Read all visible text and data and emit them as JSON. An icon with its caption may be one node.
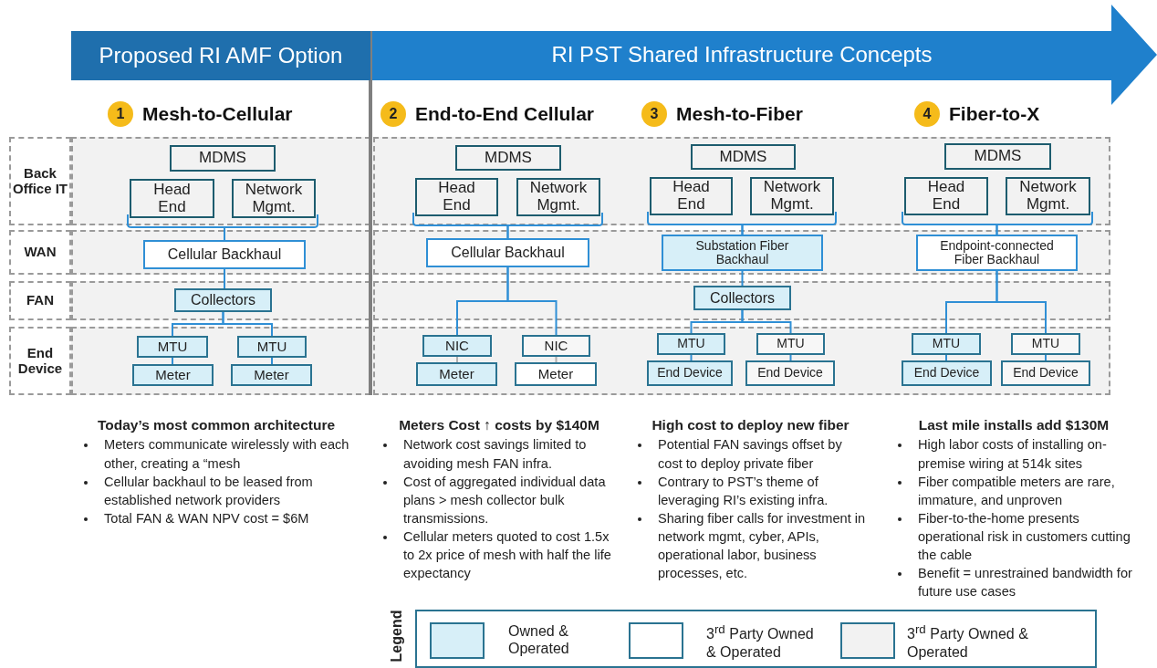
{
  "diagram": {
    "nodes": [
      {
        "text": [
          "Proposed RI AMF Option"
        ]
      },
      {
        "text": [
          "RI PST Shared Infrastructure Concepts"
        ]
      },
      {
        "text": [
          "1"
        ],
        "beside": [
          "Mesh-to-Cellular"
        ]
      },
      {
        "text": [
          "2"
        ],
        "beside": [
          "End-to-End Cellular"
        ]
      },
      {
        "text": [
          "3"
        ],
        "beside": [
          "Mesh-to-Fiber"
        ]
      },
      {
        "text": [
          "4"
        ],
        "beside": [
          "Fiber-to-X"
        ]
      },
      {
        "text": [
          "Back Office IT"
        ]
      },
      {
        "text": [
          "WAN"
        ]
      },
      {
        "text": [
          "FAN"
        ]
      },
      {
        "text": [
          "End Device"
        ]
      },
      {
        "text": [
          "MDMS"
        ]
      },
      {
        "text": [
          "Head End"
        ]
      },
      {
        "text": [
          "Network Mgmt."
        ]
      },
      {
        "text": [
          "Cellular Backhaul"
        ]
      },
      {
        "text": [
          "Collectors"
        ]
      },
      {
        "text": [
          "MTU"
        ]
      },
      {
        "text": [
          "MTU"
        ]
      },
      {
        "text": [
          "Meter"
        ]
      },
      {
        "text": [
          "Meter"
        ]
      },
      {
        "text": [
          "MDMS"
        ]
      },
      {
        "text": [
          "Head End"
        ]
      },
      {
        "text": [
          "Network Mgmt."
        ]
      },
      {
        "text": [
          "Cellular Backhaul"
        ]
      },
      {
        "text": [
          "NIC"
        ]
      },
      {
        "text": [
          "NIC"
        ]
      },
      {
        "text": [
          "Meter"
        ]
      },
      {
        "text": [
          "Meter"
        ]
      },
      {
        "text": [
          "MDMS"
        ]
      },
      {
        "text": [
          "Head End"
        ]
      },
      {
        "text": [
          "Network Mgmt."
        ]
      },
      {
        "text": [
          "Substation Fiber Backhaul"
        ]
      },
      {
        "text": [
          "Collectors"
        ]
      },
      {
        "text": [
          "MTU"
        ]
      },
      {
        "text": [
          "MTU"
        ]
      },
      {
        "text": [
          "End Device"
        ]
      },
      {
        "text": [
          "End Device"
        ]
      },
      {
        "text": [
          "MDMS"
        ]
      },
      {
        "text": [
          "Head End"
        ]
      },
      {
        "text": [
          "Network Mgmt."
        ]
      },
      {
        "text": [
          "Endpoint-connected Fiber Backhaul"
        ]
      },
      {
        "text": [
          "MTU"
        ]
      },
      {
        "text": [
          "MTU"
        ]
      },
      {
        "text": [
          "End Device"
        ]
      },
      {
        "text": [
          "End Device"
        ]
      }
    ],
    "edges": [
      {
        "from": 11,
        "to": 13,
        "arrow": "none"
      },
      {
        "from": 12,
        "to": 13,
        "arrow": "none"
      },
      {
        "from": 13,
        "to": 14,
        "arrow": "none"
      },
      {
        "from": 14,
        "to": 15,
        "arrow": "none"
      },
      {
        "from": 14,
        "to": 16,
        "arrow": "none"
      },
      {
        "from": 15,
        "to": 17,
        "arrow": "none"
      },
      {
        "from": 16,
        "to": 18,
        "arrow": "none"
      },
      {
        "from": 20,
        "to": 22,
        "arrow": "none"
      },
      {
        "from": 21,
        "to": 22,
        "arrow": "none"
      },
      {
        "from": 22,
        "to": 23,
        "arrow": "none"
      },
      {
        "from": 22,
        "to": 24,
        "arrow": "none"
      },
      {
        "from": 23,
        "to": 25,
        "arrow": "none",
        "color": "#b0b0b0"
      },
      {
        "from": 24,
        "to": 26,
        "arrow": "none",
        "color": "#b0b0b0"
      },
      {
        "from": 28,
        "to": 30,
        "arrow": "none"
      },
      {
        "from": 29,
        "to": 30,
        "arrow": "none"
      },
      {
        "from": 30,
        "to": 31,
        "arrow": "none"
      },
      {
        "from": 31,
        "to": 32,
        "arrow": "none"
      },
      {
        "from": 31,
        "to": 33,
        "arrow": "none"
      },
      {
        "from": 32,
        "to": 34,
        "arrow": "none"
      },
      {
        "from": 33,
        "to": 35,
        "arrow": "none"
      },
      {
        "from": 37,
        "to": 39,
        "arrow": "none"
      },
      {
        "from": 38,
        "to": 39,
        "arrow": "none"
      },
      {
        "from": 39,
        "to": 40,
        "arrow": "none"
      },
      {
        "from": 39,
        "to": 41,
        "arrow": "none"
      },
      {
        "from": 40,
        "to": 42,
        "arrow": "none"
      },
      {
        "from": 41,
        "to": 43,
        "arrow": "none"
      }
    ],
    "labels": [
      "Today’s most common architecture",
      "Meters communicate wirelessly with each other, creating a “mesh",
      "Cellular backhaul to be leased from established network providers",
      "Total FAN & WAN NPV cost = $6M",
      "Meters Cost ↑ costs by $140M",
      "Network cost savings limited to avoiding mesh FAN infra.",
      "Cost of aggregated individual data plans > mesh collector bulk transmissions.",
      "Cellular meters quoted to cost 1.5x to 2x price of mesh with half the life expectancy",
      "High cost to deploy new fiber",
      "Potential FAN savings offset by cost to deploy private fiber",
      "Contrary to PST’s theme of leveraging RI’s existing infra.",
      "Sharing fiber calls for investment in network mgmt, cyber, APIs, operational labor, business processes, etc.",
      "Last mile installs add $130M",
      "High labor costs of installing on-premise wiring at 514k sites",
      "Fiber compatible meters are rare, immature, and unproven",
      "Fiber-to-the-home presents operational risk in customers cutting the cable",
      "Benefit = unrestrained bandwidth for future use cases",
      "Legend"
    ],
    "legend": [
      {
        "text": "Owned & Operated",
        "color": "#d7eff8"
      },
      {
        "text": "3$^{rd}$ Party Owned & Operated",
        "color": "#ffffff"
      },
      {
        "text": "3$^{rd}$ Party Owned & Operated",
        "color": "#f2f2f2"
      }
    ]
  }
}
